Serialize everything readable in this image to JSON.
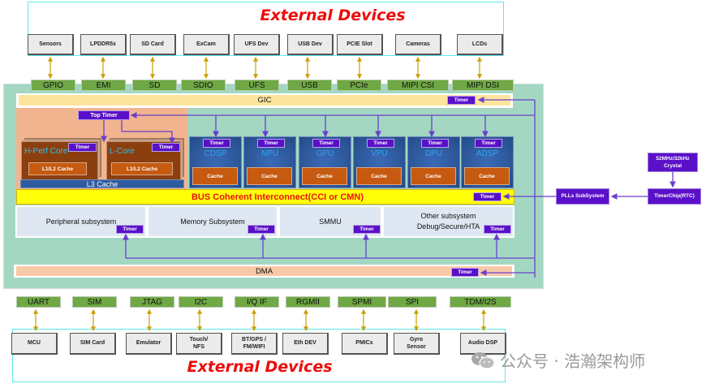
{
  "top_external": {
    "title": "External Devices",
    "devices": [
      "Sensors",
      "LPDDR5x",
      "SD Card",
      "ExCam",
      "UFS Dev",
      "USB Dev",
      "PCIE Slot",
      "Cameras",
      "LCDs"
    ],
    "interfaces": [
      "GPIO",
      "EMI",
      "SD",
      "SDIO",
      "UFS",
      "USB",
      "PCIe",
      "MIPI CSI",
      "MIPI DSI"
    ]
  },
  "soc": {
    "gic": {
      "label": "GIC",
      "timer": "Timer"
    },
    "top_timer": "Top Timer",
    "cores": [
      {
        "name": "H-Perf Core",
        "timer": "Timer",
        "cache": "L1/L2 Cache"
      },
      {
        "name": "L-Core",
        "timer": "Timer",
        "cache": "L1/L2 Cache"
      }
    ],
    "l3_cache": "L3 Cache",
    "accelerators": [
      {
        "name": "CDSP",
        "timer": "Timer",
        "cache": "Cache"
      },
      {
        "name": "NPU",
        "timer": "Timer",
        "cache": "Cache"
      },
      {
        "name": "GPU",
        "timer": "Timer",
        "cache": "Cache"
      },
      {
        "name": "VPU",
        "timer": "Timer",
        "cache": "Cache"
      },
      {
        "name": "DPU",
        "timer": "Timer",
        "cache": "Cache"
      },
      {
        "name": "ADSP",
        "timer": "Timer",
        "cache": "Cache"
      }
    ],
    "bus": {
      "label": "BUS Coherent Interconnect(CCI or CMN)",
      "timer": "Timer"
    },
    "subsystems": [
      {
        "name": "Peripheral subsystem",
        "timer": "Timer"
      },
      {
        "name": "Memory Subsystem",
        "timer": "Timer"
      },
      {
        "name": "SMMU",
        "timer": "Timer"
      },
      {
        "name": "Other subsystem\nDebug/Secure/HTA",
        "timer": "Timer"
      }
    ],
    "dma": {
      "label": "DMA",
      "timer": "Timer"
    }
  },
  "clocking": {
    "crystal": "52MHz/32kHz\nCrystal",
    "timerchip": "TimerChip(RTC)",
    "plls": "PLLs SubSystem"
  },
  "bottom_external": {
    "title": "External Devices",
    "interfaces": [
      "UART",
      "SIM",
      "JTAG",
      "I2C",
      "I/Q IF",
      "RGMII",
      "SPMI",
      "SPI",
      "TDM/I2S"
    ],
    "devices": [
      "MCU",
      "SIM Card",
      "Emulator",
      "Touch/\nNFS",
      "BT/GPS /\nFM/WIFI",
      "Eth DEV",
      "PMICs",
      "Gyro\nSensor",
      "Audio DSP"
    ]
  },
  "watermark": {
    "text": "公众号 · 浩瀚架构师",
    "icon": "wechat-icon"
  },
  "colors": {
    "soc_bg": "#a3d7c2",
    "interface_green": "#6fa844",
    "timer_purple": "#5a10c8",
    "title_red": "#ee0a0a",
    "bus_yellow": "#ffff0a",
    "link_gold": "#c8a000",
    "signal_purple": "#6a3fd0"
  }
}
